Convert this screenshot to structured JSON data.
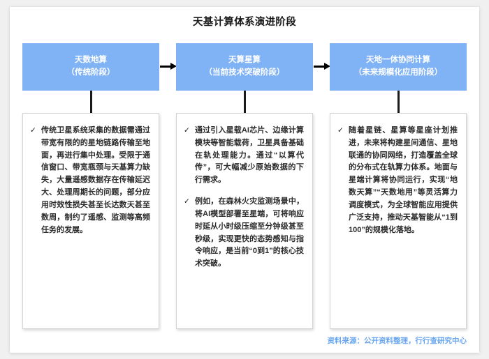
{
  "title": "天基计算体系演进阶段",
  "stages": [
    {
      "name": "天数地算",
      "phase": "（传统阶段）"
    },
    {
      "name": "天算星算",
      "phase": "（当前技术突破阶段）"
    },
    {
      "name": "天地一体协同计算",
      "phase": "（未来规模化应用阶段）"
    }
  ],
  "details": [
    {
      "bullets": [
        "传统卫星系统采集的数据需通过带宽有限的的星地链路传输至地面，再进行集中处理。受限于通信窗口、带宽瓶颈与天基算力缺失，大量遥感数据存在传输延迟大、处理周期长的问题，部分应用时效性损失甚至长达数天甚至数周，制约了遥感、监测等高频任务的发展。"
      ]
    },
    {
      "bullets": [
        "通过引入星载AI芯片、边缘计算模块等智能载荷，卫星具备基础在轨处理能力。通过“以算代传”，可大幅减少原始数据的下行需求。",
        "例如，在森林火灾监测场景中，将AI模型部署至星端，可将响应时延从小时级压缩至分钟级甚至秒级，实现更快的态势感知与指令响应，是当前“0到1”的核心技术突破。"
      ]
    },
    {
      "bullets": [
        "随着星链、星算等星座计划推进，未来将构建星间通信、星地联通的协同网络，打造覆盖全球的分布式在轨算力体系。地面与星端计算将协同运行，实现“地数天算”“天数地用”等灵活算力调度模式，为全球智能应用提供广泛支持，推动天基智能从“1到100”的规模化落地。"
      ]
    }
  ],
  "bullet_glyph": "✓",
  "source": "资料来源：公开资料整理，行行查研究中心",
  "colors": {
    "stage_box": "#7FB3F5",
    "source_text": "#69A6EF",
    "connector": "#1a1a1a",
    "canvas": "#ffffff",
    "page_background": "#f0f0f0"
  }
}
